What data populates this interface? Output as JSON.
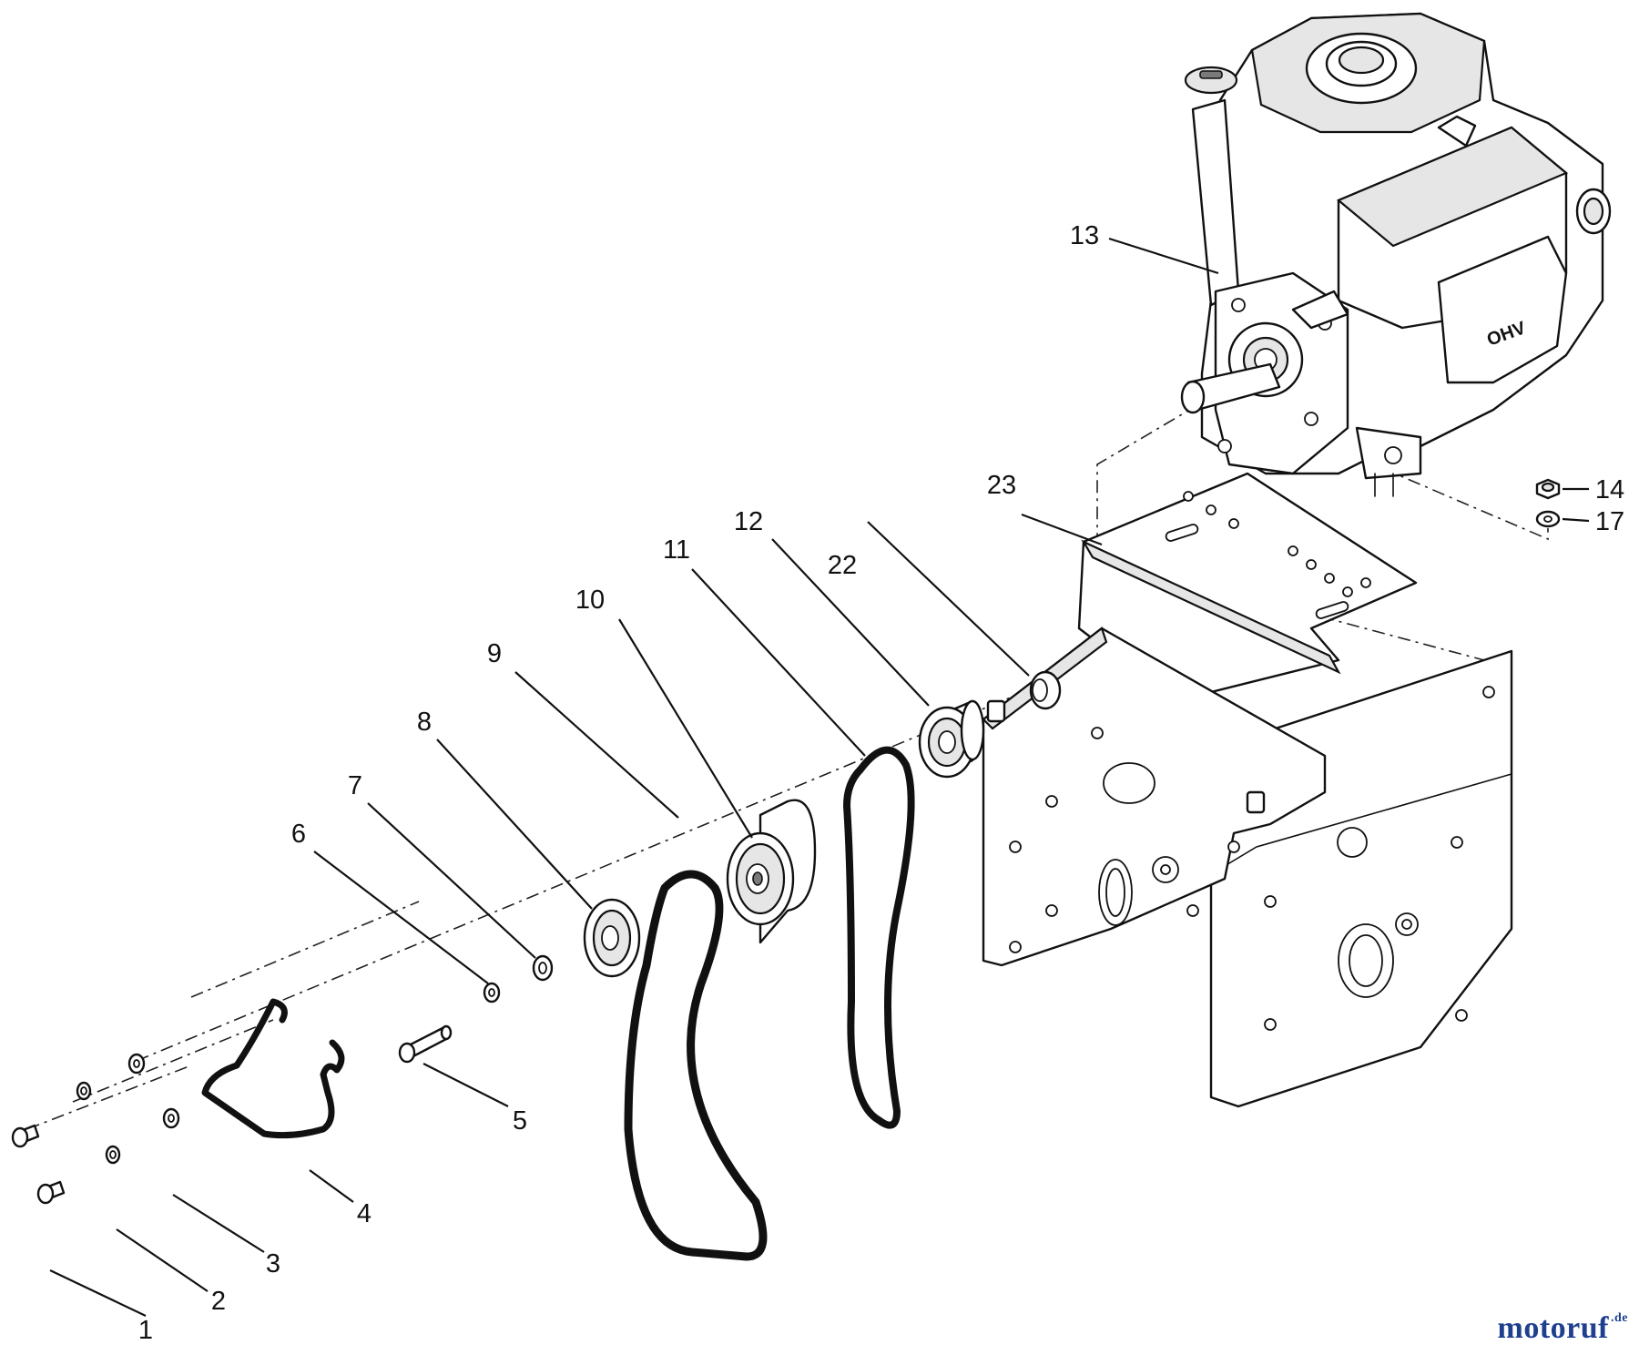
{
  "diagram": {
    "engine_badge": "OHV",
    "callouts": [
      {
        "id": "c1",
        "label": "1"
      },
      {
        "id": "c2",
        "label": "2"
      },
      {
        "id": "c3",
        "label": "3"
      },
      {
        "id": "c4",
        "label": "4"
      },
      {
        "id": "c5",
        "label": "5"
      },
      {
        "id": "c6",
        "label": "6"
      },
      {
        "id": "c7",
        "label": "7"
      },
      {
        "id": "c8",
        "label": "8"
      },
      {
        "id": "c9",
        "label": "9"
      },
      {
        "id": "c10",
        "label": "10"
      },
      {
        "id": "c11",
        "label": "11"
      },
      {
        "id": "c12",
        "label": "12"
      },
      {
        "id": "c13",
        "label": "13"
      },
      {
        "id": "c14",
        "label": "14"
      },
      {
        "id": "c17",
        "label": "17"
      },
      {
        "id": "c22",
        "label": "22"
      },
      {
        "id": "c23",
        "label": "23"
      }
    ]
  },
  "watermark": {
    "text": "motoruf",
    "tld": ".de",
    "color": "#1f3f8f"
  }
}
